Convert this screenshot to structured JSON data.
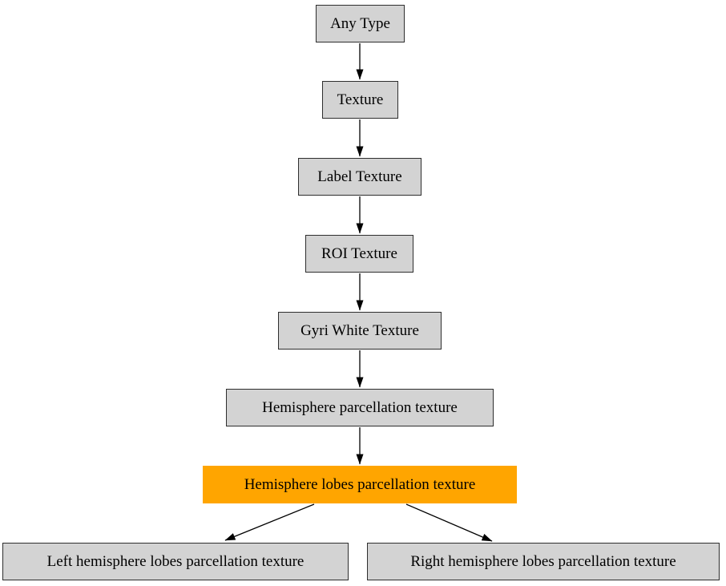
{
  "diagram": {
    "type": "hierarchy-flowchart",
    "nodes": [
      {
        "id": "any-type",
        "label": "Any Type",
        "fill": "#d3d3d3",
        "highlighted": false
      },
      {
        "id": "texture",
        "label": "Texture",
        "fill": "#d3d3d3",
        "highlighted": false
      },
      {
        "id": "label-texture",
        "label": "Label Texture",
        "fill": "#d3d3d3",
        "highlighted": false
      },
      {
        "id": "roi-texture",
        "label": "ROI Texture",
        "fill": "#d3d3d3",
        "highlighted": false
      },
      {
        "id": "gyri-white-texture",
        "label": "Gyri White Texture",
        "fill": "#d3d3d3",
        "highlighted": false
      },
      {
        "id": "hemisphere-parcellation-texture",
        "label": "Hemisphere parcellation texture",
        "fill": "#d3d3d3",
        "highlighted": false
      },
      {
        "id": "hemisphere-lobes-parcellation-texture",
        "label": "Hemisphere lobes parcellation texture",
        "fill": "#ffa500",
        "highlighted": true
      },
      {
        "id": "left-hemisphere-lobes-parcellation-texture",
        "label": "Left hemisphere lobes parcellation texture",
        "fill": "#d3d3d3",
        "highlighted": false
      },
      {
        "id": "right-hemisphere-lobes-parcellation-texture",
        "label": "Right hemisphere lobes parcellation texture",
        "fill": "#d3d3d3",
        "highlighted": false
      }
    ],
    "edges": [
      {
        "from": "Any Type",
        "to": "Texture"
      },
      {
        "from": "Texture",
        "to": "Label Texture"
      },
      {
        "from": "Label Texture",
        "to": "ROI Texture"
      },
      {
        "from": "ROI Texture",
        "to": "Gyri White Texture"
      },
      {
        "from": "Gyri White Texture",
        "to": "Hemisphere parcellation texture"
      },
      {
        "from": "Hemisphere parcellation texture",
        "to": "Hemisphere lobes parcellation texture"
      },
      {
        "from": "Hemisphere lobes parcellation texture",
        "to": "Left hemisphere lobes parcellation texture"
      },
      {
        "from": "Hemisphere lobes parcellation texture",
        "to": "Right hemisphere lobes parcellation texture"
      }
    ],
    "colors": {
      "node_fill": "#d3d3d3",
      "node_border": "#2e2e2e",
      "highlight_fill": "#ffa500",
      "edge": "#000000",
      "background": "#ffffff"
    }
  }
}
